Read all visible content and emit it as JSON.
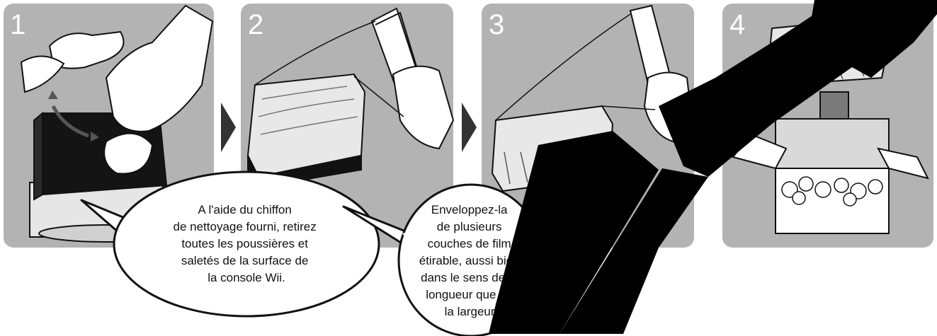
{
  "colors": {
    "panel": "#b3b3b3",
    "ink": "#111111",
    "paper": "#ffffff",
    "arrow": "#333333"
  },
  "steps": [
    {
      "number": "1"
    },
    {
      "number": "2"
    },
    {
      "number": "3"
    },
    {
      "number": "4"
    }
  ],
  "bubbles": {
    "step1": {
      "lines": [
        "A l'aide du chiffon",
        "de nettoyage fourni, retirez",
        "toutes les poussières et",
        "saletés de la surface de",
        "la console Wii."
      ]
    },
    "step2_3": {
      "lines": [
        "Enveloppez-la",
        "de plusieurs",
        "couches de film",
        "étirable, aussi bien",
        "dans le sens de la",
        "longueur que de",
        "la largeur."
      ]
    }
  },
  "icons": {
    "step_arrow": "triangle-right-icon",
    "down_arrow": "arrow-down-icon",
    "watermark": "black-diagonal-stripe"
  }
}
